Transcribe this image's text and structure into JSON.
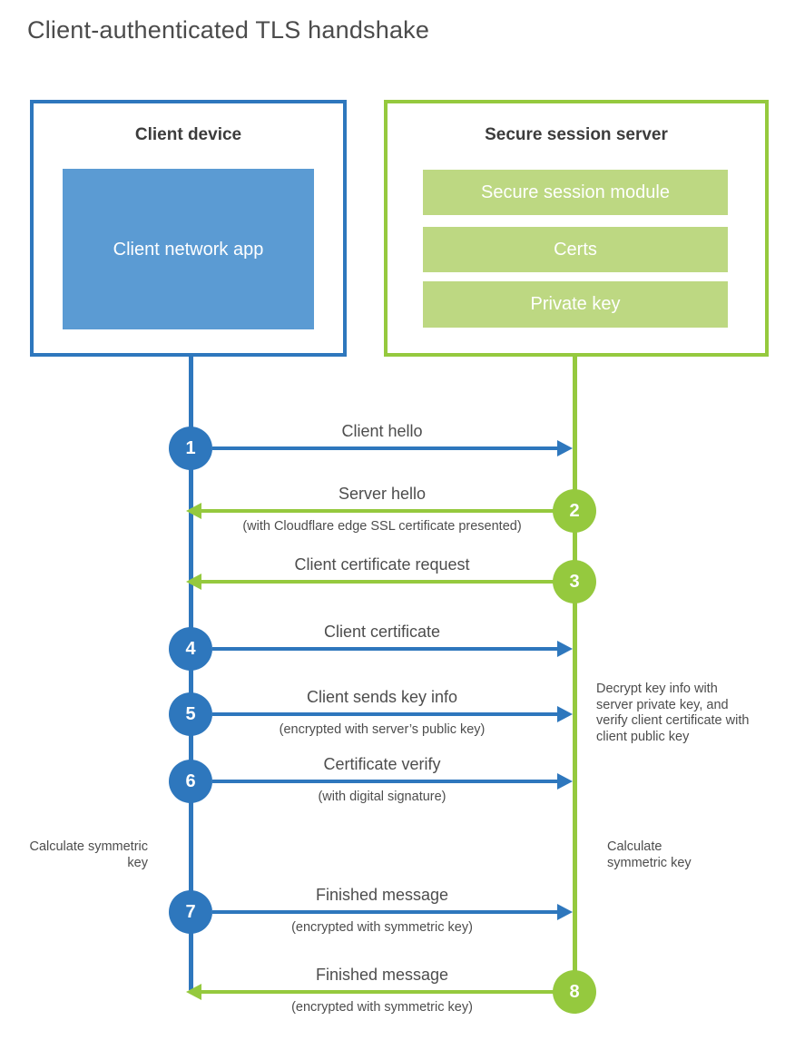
{
  "title": "Client-authenticated TLS handshake",
  "colors": {
    "blue": "#2e77bd",
    "blue_light": "#5b9bd3",
    "green": "#95c93e",
    "green_light": "#bdd882",
    "heading_text": "#3c3c3c",
    "body_text": "#4d4d4d"
  },
  "client_box": {
    "title": "Client device",
    "app_label": "Client network app"
  },
  "server_box": {
    "title": "Secure session server",
    "modules": [
      "Secure session module",
      "Certs",
      "Private key"
    ]
  },
  "messages": [
    {
      "num": "1",
      "actor": "client",
      "direction": "right",
      "label": "Client hello",
      "sublabel": ""
    },
    {
      "num": "2",
      "actor": "server",
      "direction": "left",
      "label": "Server hello",
      "sublabel": "(with Cloudflare edge SSL certificate presented)"
    },
    {
      "num": "3",
      "actor": "server",
      "direction": "left",
      "label": "Client certificate request",
      "sublabel": ""
    },
    {
      "num": "4",
      "actor": "client",
      "direction": "right",
      "label": "Client certificate",
      "sublabel": ""
    },
    {
      "num": "5",
      "actor": "client",
      "direction": "right",
      "label": "Client sends key info",
      "sublabel": "(encrypted with server’s public key)"
    },
    {
      "num": "6",
      "actor": "client",
      "direction": "right",
      "label": "Certificate verify",
      "sublabel": "(with digital signature)"
    },
    {
      "num": "7",
      "actor": "client",
      "direction": "right",
      "label": "Finished message",
      "sublabel": "(encrypted with symmetric key)"
    },
    {
      "num": "8",
      "actor": "server",
      "direction": "left",
      "label": "Finished message",
      "sublabel": "(encrypted with symmetric key)"
    }
  ],
  "annotations": {
    "calc_left": "Calculate symmetric key",
    "calc_right": "Calculate symmetric key",
    "decrypt_note": "Decrypt key info with server private key, and verify client certificate with client public key"
  }
}
